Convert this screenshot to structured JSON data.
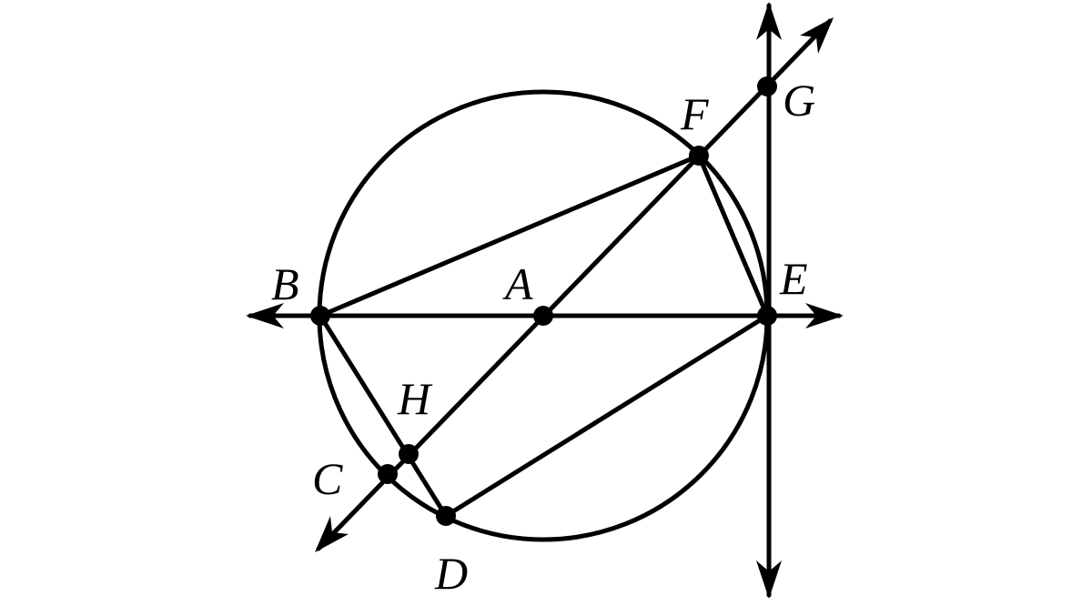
{
  "figure": {
    "points": {
      "A": "A",
      "B": "B",
      "C": "C",
      "D": "D",
      "E": "E",
      "F": "F",
      "G": "G",
      "H": "H"
    }
  }
}
